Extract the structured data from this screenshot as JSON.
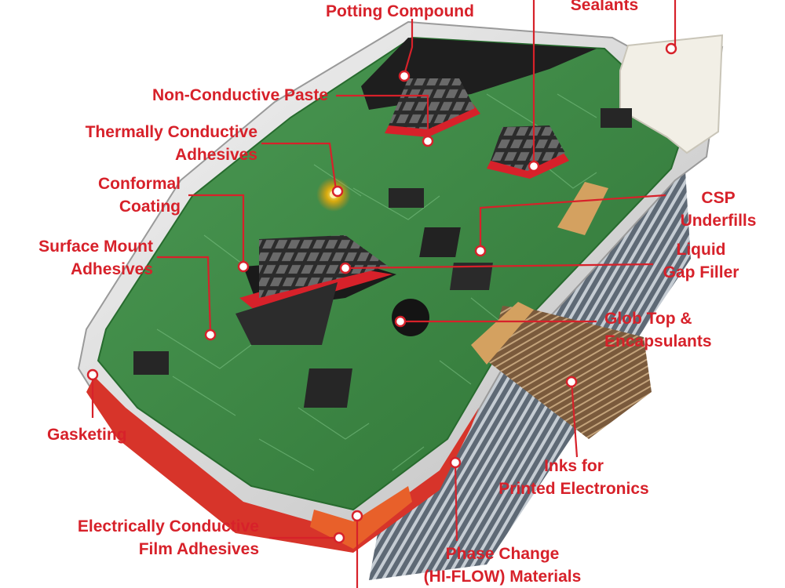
{
  "accent_color": "#d7212a",
  "board_color": "#3f8a46",
  "labels": {
    "potting_compound": "Potting Compound",
    "sealants": "Sealants",
    "non_conductive_paste": "Non-Conductive Paste",
    "thermally_conductive_1": "Thermally Conductive",
    "thermally_conductive_2": "Adhesives",
    "conformal_coating_1": "Conformal",
    "conformal_coating_2": "Coating",
    "csp_underfills_1": "CSP",
    "csp_underfills_2": "Underfills",
    "liquid_gap_filler_1": "Liquid",
    "liquid_gap_filler_2": "Gap Filler",
    "surface_mount_1": "Surface Mount",
    "surface_mount_2": "Adhesives",
    "glob_top_1": "Glob Top &",
    "glob_top_2": "Encapsulants",
    "gasketing": "Gasketing",
    "inks_1": "Inks for",
    "inks_2": "Printed Electronics",
    "ecfa_1": "Electrically Conductive",
    "ecfa_2": "Film Adhesives",
    "phase_change_1": "Phase Change",
    "phase_change_2": "(HI-FLOW) Materials"
  }
}
